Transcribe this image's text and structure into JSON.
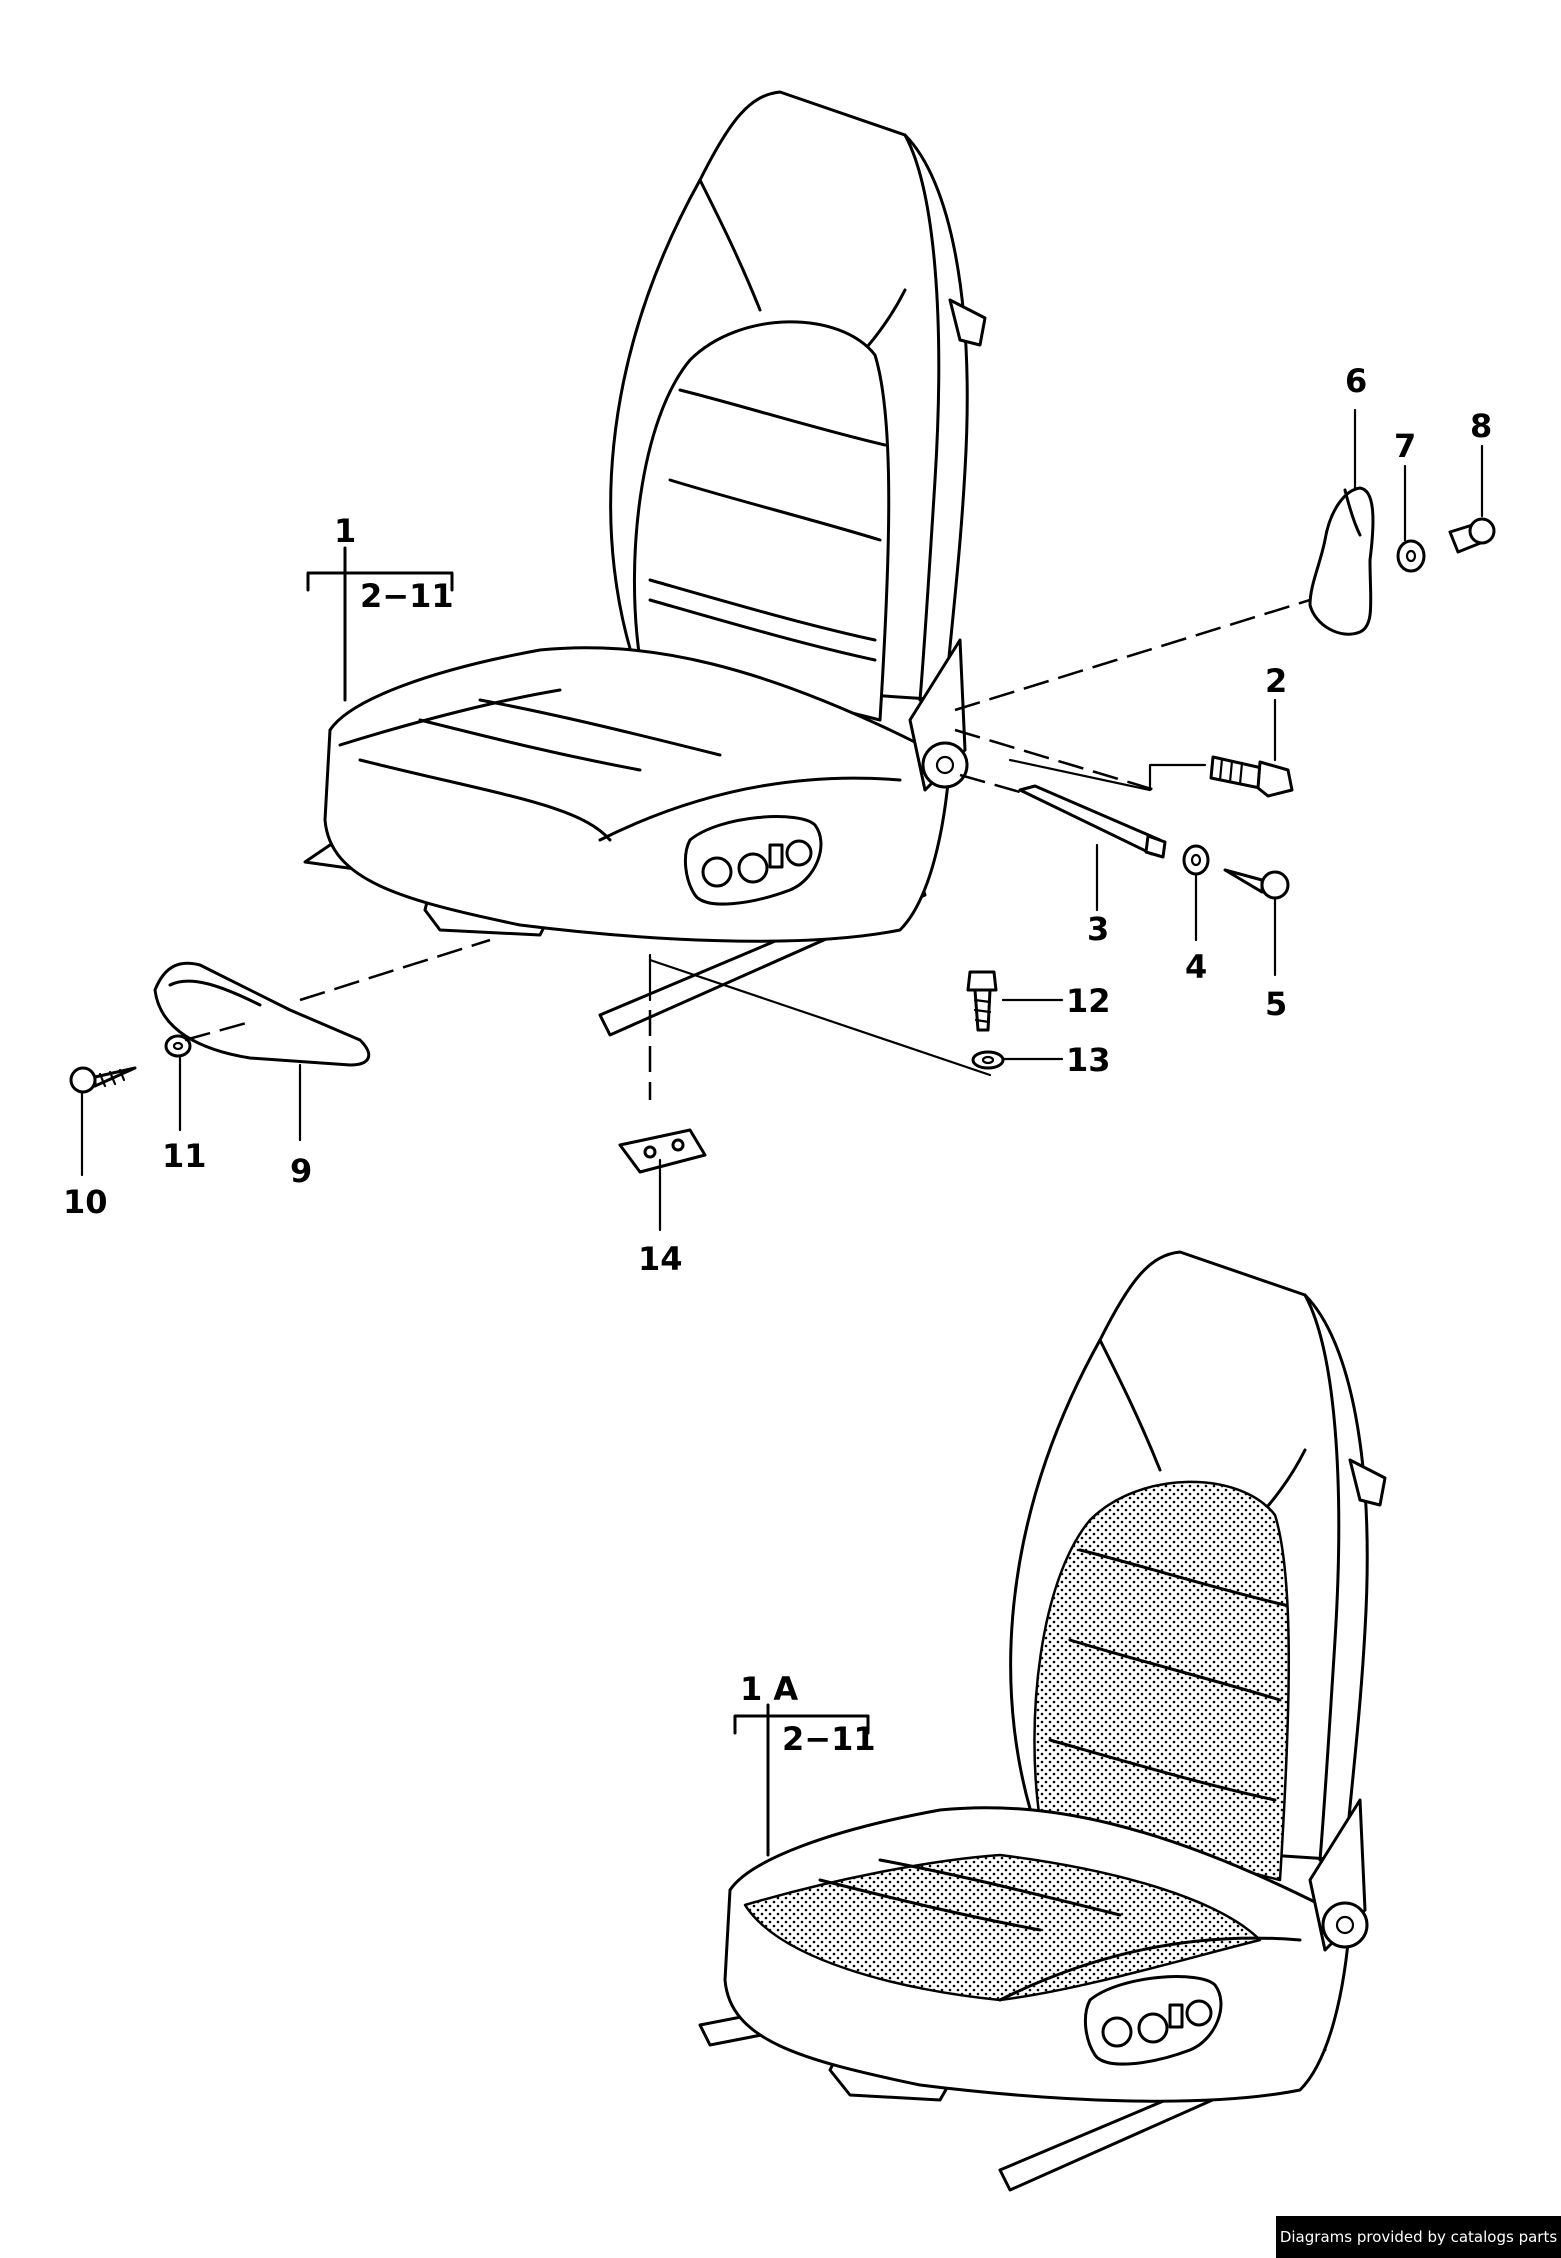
{
  "callouts": {
    "c1": "1",
    "c1_range": "2−11",
    "c2": "2",
    "c3": "3",
    "c4": "4",
    "c5": "5",
    "c6": "6",
    "c7": "7",
    "c8": "8",
    "c9": "9",
    "c10": "10",
    "c11": "11",
    "c12": "12",
    "c13": "13",
    "c14": "14",
    "c1a": "1 A",
    "c1a_range": "2−11"
  },
  "credit": "Diagrams provided by catalogs parts",
  "colors": {
    "line": "#000000",
    "background": "#ffffff",
    "credit_bg": "#000000",
    "credit_text": "#ffffff"
  }
}
